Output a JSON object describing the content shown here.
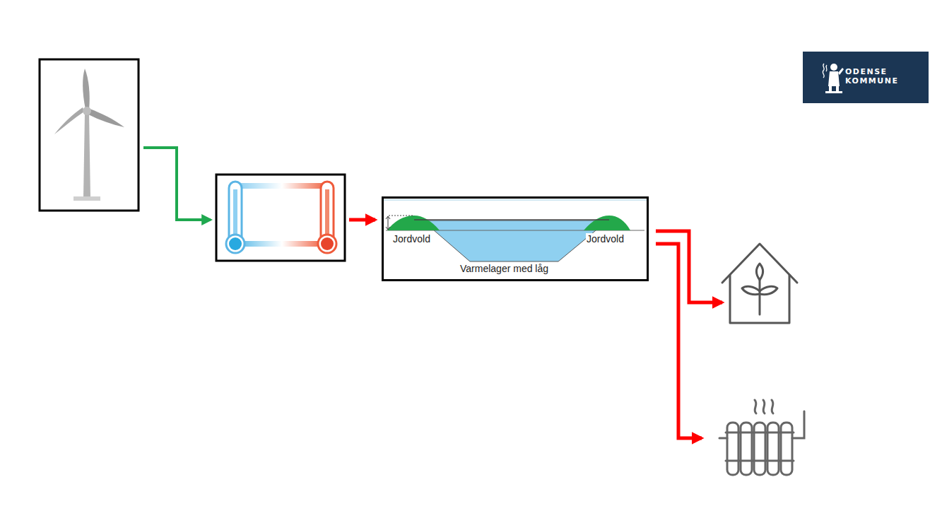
{
  "diagram": {
    "nodes": [
      {
        "text": [
          "ODENSE KOMMUNE"
        ]
      },
      {
        "text": [
          "Jordvold",
          "Jordvold",
          "Varmelager med låg"
        ]
      }
    ]
  }
}
